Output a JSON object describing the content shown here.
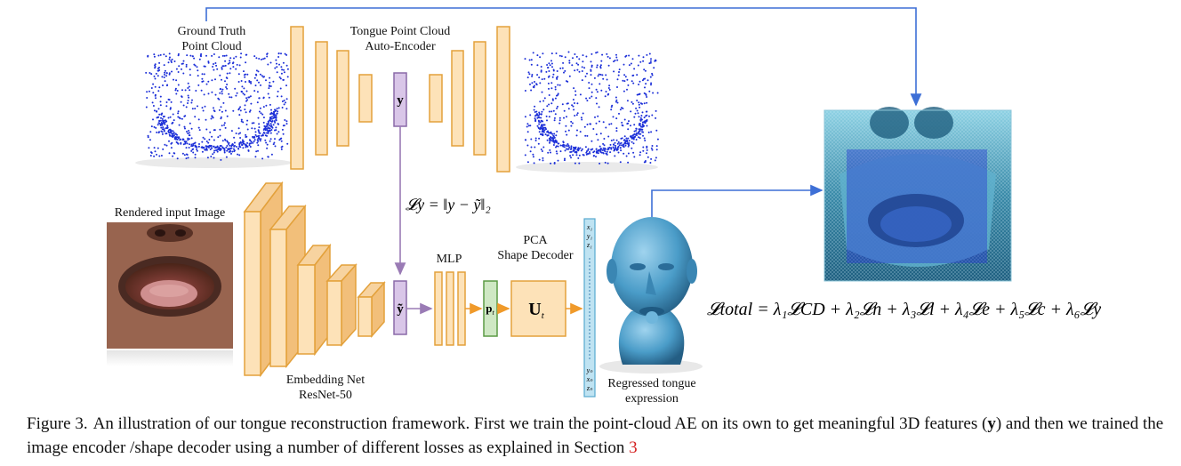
{
  "labels": {
    "gt_point_cloud": [
      "Ground Truth",
      "Point Cloud"
    ],
    "autoencoder": [
      "Tongue Point Cloud",
      "Auto-Encoder"
    ],
    "rendered_input": "Rendered input Image",
    "embedding_net": [
      "Embedding Net",
      "ResNet-50"
    ],
    "mlp": "MLP",
    "pca_decoder": [
      "PCA",
      "Shape Decoder"
    ],
    "regressed": [
      "Regressed tongue",
      "expression"
    ],
    "latent_y": "y",
    "latent_y_tilde": "ỹ",
    "pca_params": "p",
    "pca_params_sub": "t",
    "basis": "U",
    "basis_sub": "t",
    "vector_top": [
      "x₁",
      "y₁",
      "z₁"
    ],
    "vector_bottom": [
      "yₙ",
      "xₙ",
      "zₙ"
    ]
  },
  "equations": {
    "latent_loss": "𝓛y = ‖y − ỹ‖₂",
    "total_loss": "𝓛total = λ₁𝓛CD + λ₂𝓛n + λ₃𝓛l + λ₄𝓛e + λ₅𝓛c + λ₆𝓛y"
  },
  "caption": {
    "title": "Figure 3.",
    "text_part1": "An illustration of our tongue reconstruction framework.  First we train the point-cloud AE on its own to get meaningful 3D features (",
    "symbol": "y",
    "text_part2": ") and then we trained the image encoder /shape decoder using a number of different losses as explained in Section ",
    "section_ref": "3"
  },
  "colors": {
    "layer_fill": "#fde2b8",
    "layer_stroke": "#e3a13b",
    "latent_fill": "#d9c6e8",
    "latent_stroke": "#8a6aa8",
    "pca_param_fill": "#cfe8c4",
    "pca_param_stroke": "#5b9a45",
    "vector_fill": "#bfe3f2",
    "vector_stroke": "#58a9cf",
    "arrow_blue": "#3d6fd6",
    "arrow_purple": "#9a7bb5",
    "arrow_orange": "#f09a2a",
    "point_blue": "#1c2fd8",
    "head_blue": "#4a9cc8",
    "mesh_teal": "#3a8aa8",
    "ref_red": "#d42020"
  }
}
